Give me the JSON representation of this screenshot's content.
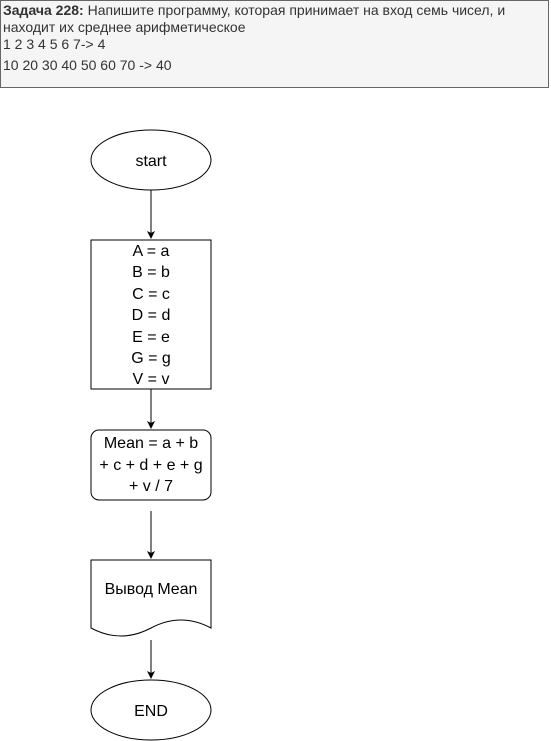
{
  "task": {
    "title": "Задача 228:",
    "description": "Напишите программу, которая принимает на вход семь чисел, и",
    "description_line2": "находит их среднее арифметическое",
    "examples": [
      "1 2 3 4 5 6 7-> 4",
      "10 20 30 40 50 60 70 -> 40"
    ]
  },
  "flowchart": {
    "start_label": "start",
    "assignments": [
      "A = a",
      "B = b",
      "C = c",
      "D = d",
      "E = e",
      "G = g",
      "V = v"
    ],
    "mean_lines": [
      "Mean = a + b",
      "+ c + d + e + g",
      "+ v / 7"
    ],
    "output_label": "Вывод Mean",
    "end_label": "END"
  }
}
